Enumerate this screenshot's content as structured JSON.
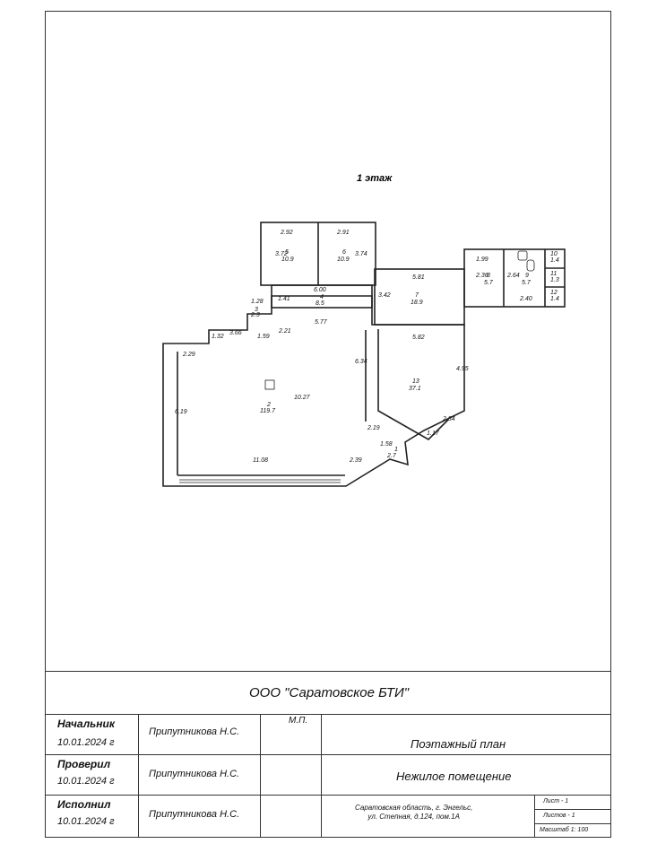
{
  "plan": {
    "floor_label": "1 этаж",
    "rooms": [
      {
        "no": "1",
        "area": "2.7"
      },
      {
        "no": "2",
        "area": "119.7"
      },
      {
        "no": "3",
        "area": "2.3"
      },
      {
        "no": "4",
        "area": "8.5"
      },
      {
        "no": "5",
        "area": "10.9"
      },
      {
        "no": "6",
        "area": "10.9"
      },
      {
        "no": "7",
        "area": "18.9"
      },
      {
        "no": "8",
        "area": "5.7"
      },
      {
        "no": "9",
        "area": "5.7"
      },
      {
        "no": "10",
        "area": "1.4"
      },
      {
        "no": "11",
        "area": "1.3"
      },
      {
        "no": "12",
        "area": "1.4"
      },
      {
        "no": "13",
        "area": "37.1"
      }
    ],
    "dimensions": [
      "2.92",
      "2.91",
      "3.72",
      "3.74",
      "6.00",
      "1.41",
      "1.28",
      "5.77",
      "5.81",
      "3.42",
      "1.99",
      "2.36",
      "2.64",
      "2.40",
      "3.66",
      "1.32",
      "1.59",
      "2.21",
      "2.29",
      "6.19",
      "10.27",
      "6.34",
      "5.82",
      "4.95",
      "11.08",
      "2.39",
      "2.19",
      "1.58",
      "1.17",
      "2.84"
    ]
  },
  "title_block": {
    "organization": "ООО \"Саратовское БТИ\"",
    "stamp_label": "М.П.",
    "rows": [
      {
        "role": "Начальник",
        "date": "10.01.2024 г",
        "name": "Припутникова Н.С."
      },
      {
        "role": "Проверил",
        "date": "10.01.2024 г",
        "name": "Припутникова Н.С."
      },
      {
        "role": "Исполнил",
        "date": "10.01.2024 г",
        "name": "Припутникова Н.С."
      }
    ],
    "plan_type": "Поэтажный план",
    "object_type": "Нежилое помещение",
    "address_line1": "Саратовская область, г. Энгельс,",
    "address_line2": "ул. Степная, д.124, пом.1А",
    "sheet": "Лист - 1",
    "sheets": "Листов - 1",
    "scale": "Масштаб 1:  100"
  }
}
